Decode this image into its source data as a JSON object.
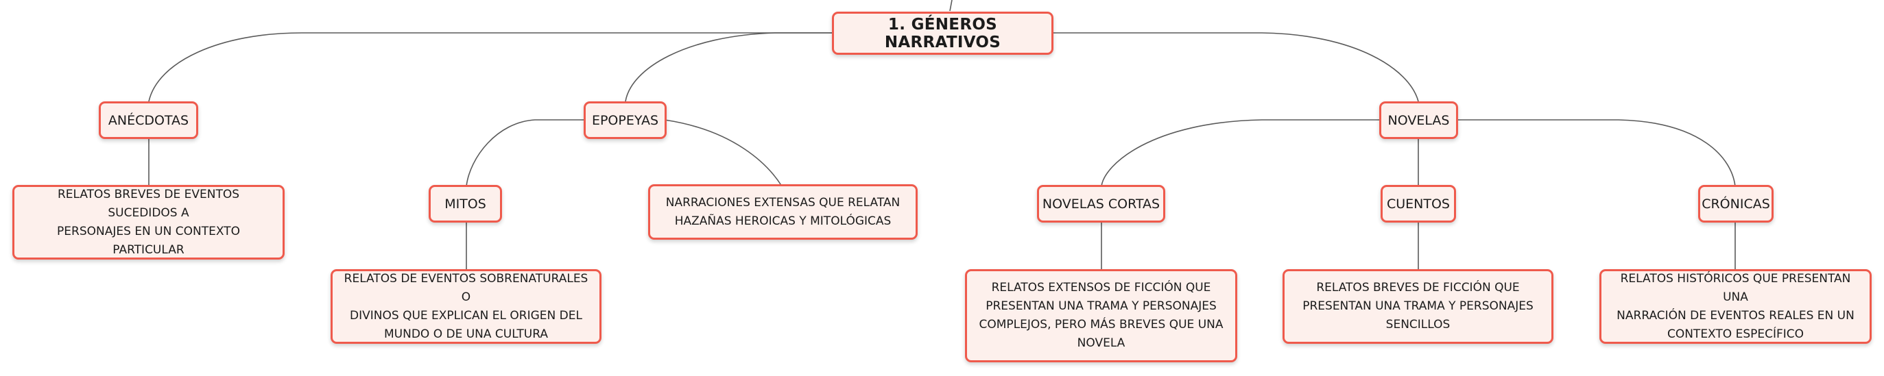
{
  "diagram": {
    "root": {
      "label": "1. GÉNEROS NARRATIVOS"
    },
    "anecdotas": {
      "label": "ANÉCDOTAS",
      "description": [
        "RELATOS BREVES DE EVENTOS SUCEDIDOS A",
        "PERSONAJES EN UN CONTEXTO PARTICULAR"
      ]
    },
    "epopeyas": {
      "label": "EPOPEYAS",
      "description": [
        "NARRACIONES EXTENSAS QUE RELATAN",
        "HAZAÑAS HEROICAS Y MITOLÓGICAS"
      ]
    },
    "mitos": {
      "label": "MITOS",
      "description": [
        "RELATOS DE EVENTOS SOBRENATURALES O",
        "DIVINOS QUE EXPLICAN EL ORIGEN DEL",
        "MUNDO O DE UNA CULTURA"
      ]
    },
    "novelas": {
      "label": "NOVELAS"
    },
    "novelas_cortas": {
      "label": "NOVELAS CORTAS",
      "description": [
        "RELATOS EXTENSOS DE FICCIÓN QUE",
        "PRESENTAN UNA TRAMA Y PERSONAJES",
        "COMPLEJOS, PERO MÁS BREVES QUE UNA",
        "NOVELA"
      ]
    },
    "cuentos": {
      "label": "CUENTOS",
      "description": [
        "RELATOS BREVES DE FICCIÓN QUE",
        "PRESENTAN UNA TRAMA Y PERSONAJES",
        "SENCILLOS"
      ]
    },
    "cronicas": {
      "label": "CRÓNICAS",
      "description": [
        "RELATOS HISTÓRICOS QUE PRESENTAN UNA",
        "NARRACIÓN DE EVENTOS REALES EN UN",
        "CONTEXTO ESPECÍFICO"
      ]
    }
  },
  "colors": {
    "node_border": "#ef5a4c",
    "node_fill": "#fdf0ec",
    "connector": "#555555"
  }
}
